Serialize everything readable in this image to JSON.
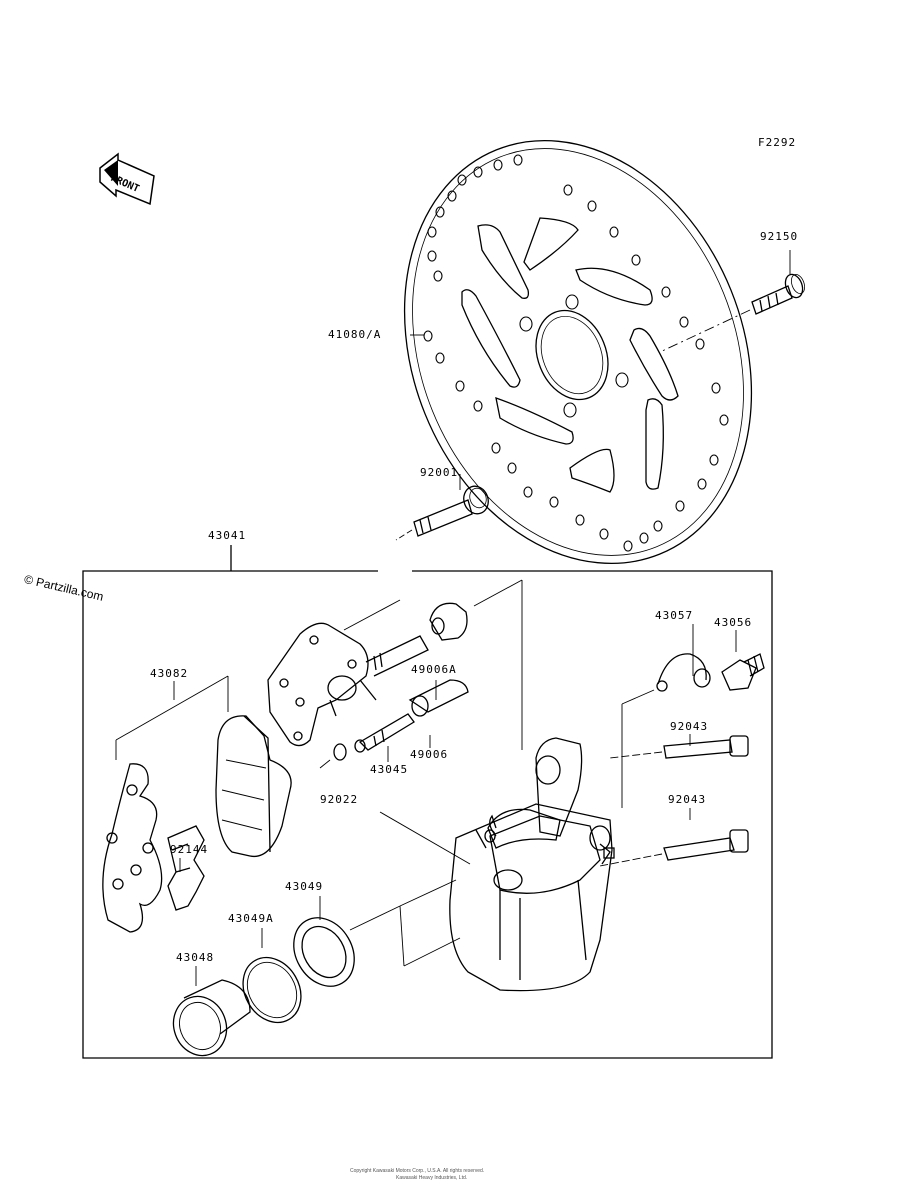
{
  "figure_code": "F2292",
  "front_label": "FRONT",
  "watermark": "© Partzilla.com",
  "footer": {
    "line1": "Copyright Kawasaki Motors Corp., U.S.A. All rights reserved.",
    "line2": "Kawasaki Heavy Industries, Ltd."
  },
  "parts": {
    "p92150": "92150",
    "p41080A": "41080/A",
    "p92001": "92001",
    "p43041": "43041",
    "p43057": "43057",
    "p43056": "43056",
    "p43082": "43082",
    "p49006A": "49006A",
    "p49006": "49006",
    "p43045": "43045",
    "p92144": "92144",
    "p92043a": "92043",
    "p92043b": "92043",
    "p92022": "92022",
    "p43049": "43049",
    "p43049A": "43049A",
    "p43048": "43048"
  }
}
